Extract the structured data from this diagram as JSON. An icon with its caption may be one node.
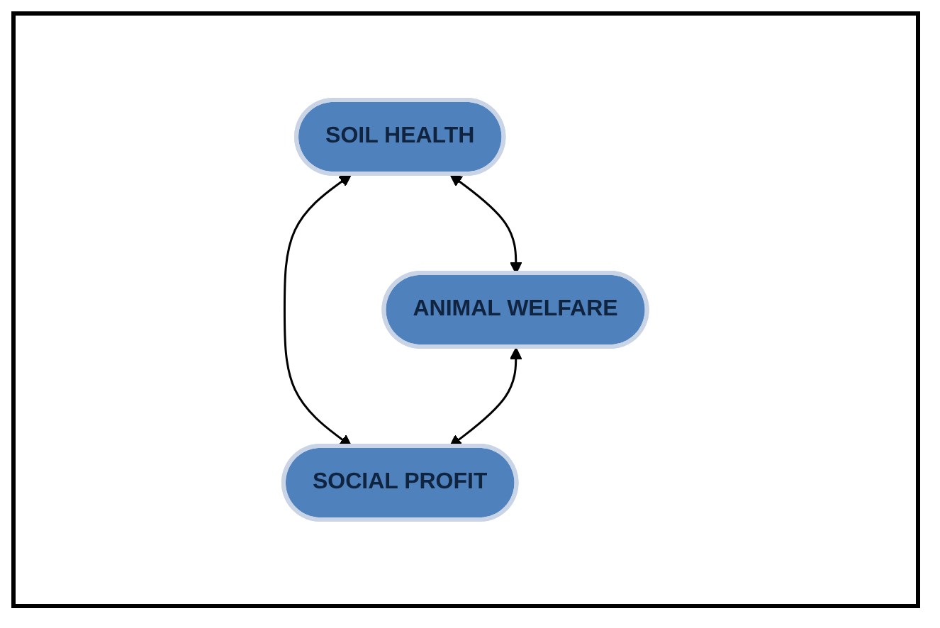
{
  "diagram": {
    "nodes": [
      {
        "text": [
          "SOIL HEALTH"
        ]
      },
      {
        "text": [
          "ANIMAL WELFARE"
        ]
      },
      {
        "text": [
          "SOCIAL PROFIT"
        ]
      }
    ],
    "edges": [
      {
        "from": 0,
        "to": 1,
        "arrow": "both"
      },
      {
        "from": 0,
        "to": 2,
        "arrow": "both"
      },
      {
        "from": 1,
        "to": 2,
        "arrow": "both"
      }
    ]
  }
}
